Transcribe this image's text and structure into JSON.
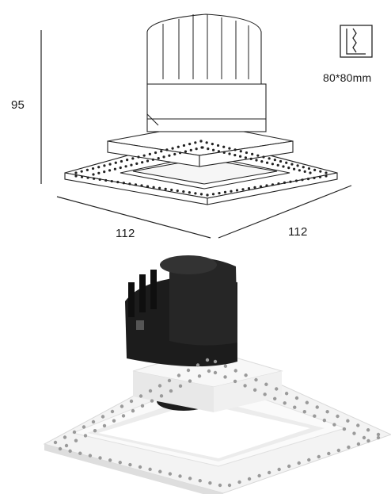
{
  "dimensions": {
    "height": "95",
    "width_left": "112",
    "width_right": "112"
  },
  "cutout": {
    "label": "80*80mm",
    "icon": "cutout-icon"
  },
  "colors": {
    "line": "#222222",
    "housing_dark": "#1c1c1c",
    "trim_white": "#f4f4f4",
    "shadow": "#cfcfcf"
  }
}
